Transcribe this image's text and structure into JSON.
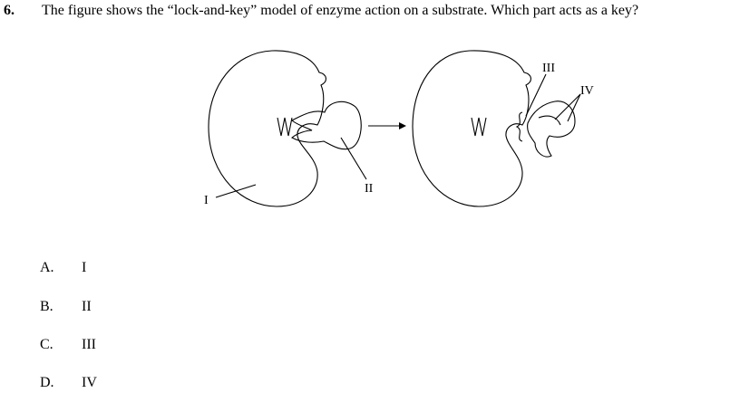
{
  "question": {
    "number": "6.",
    "text": "The figure shows the “lock-and-key” model of enzyme action on a substrate.  Which part acts as a key?"
  },
  "figure": {
    "labels": {
      "I": "I",
      "II": "II",
      "III": "III",
      "IV": "IV"
    }
  },
  "options": [
    {
      "letter": "A.",
      "text": "I"
    },
    {
      "letter": "B.",
      "text": "II"
    },
    {
      "letter": "C.",
      "text": "III"
    },
    {
      "letter": "D.",
      "text": "IV"
    }
  ]
}
